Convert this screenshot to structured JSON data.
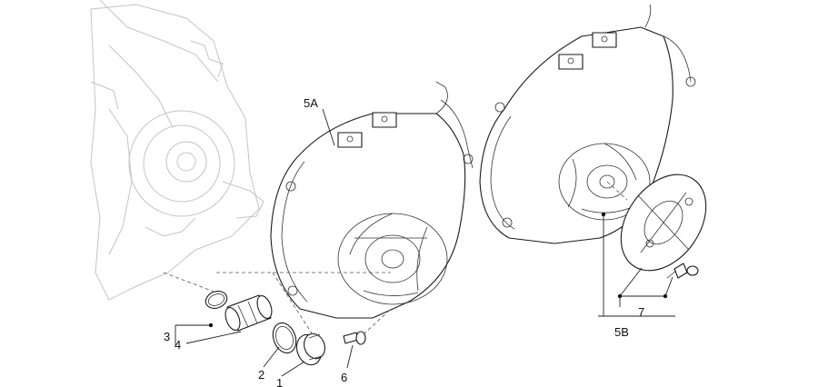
{
  "callouts": {
    "c1": "1",
    "c2": "2",
    "c3": "3",
    "c4": "4",
    "c5a": "5A",
    "c5b": "5B",
    "c6": "6",
    "c7": "7"
  },
  "colors": {
    "line": "#1a1a1a",
    "ghost": "#c4c4c4",
    "background": "#ffffff"
  }
}
